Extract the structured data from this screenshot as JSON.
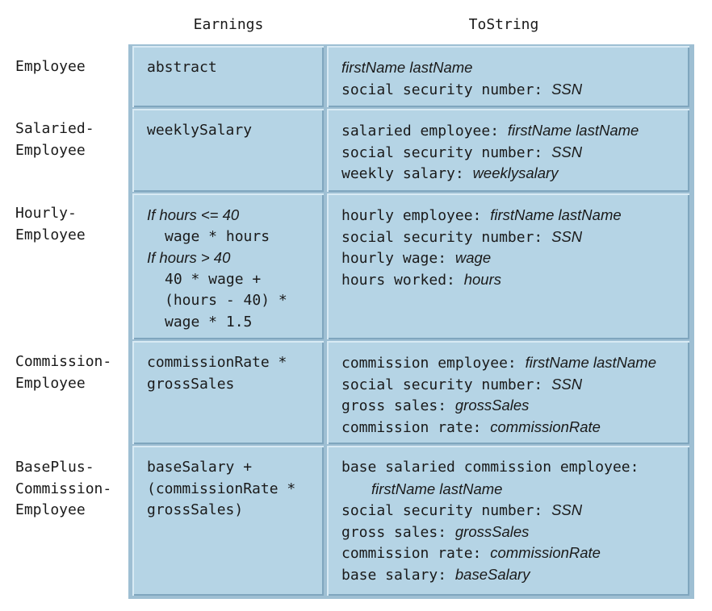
{
  "headers": {
    "earnings": "Earnings",
    "tostring": "ToString"
  },
  "rows": [
    {
      "label": [
        "Employee"
      ],
      "earnings": [
        {
          "t": "abstract"
        }
      ],
      "tostring": [
        [
          {
            "t": "firstName lastName",
            "i": true
          }
        ],
        [
          {
            "t": "social security number: "
          },
          {
            "t": "SSN",
            "i": true
          }
        ]
      ]
    },
    {
      "label": [
        "Salaried-",
        "Employee"
      ],
      "earnings": [
        {
          "t": "weeklySalary"
        }
      ],
      "tostring": [
        [
          {
            "t": "salaried employee: "
          },
          {
            "t": "firstName lastName",
            "i": true
          }
        ],
        [
          {
            "t": "social security number: "
          },
          {
            "t": "SSN",
            "i": true
          }
        ],
        [
          {
            "t": "weekly salary: "
          },
          {
            "t": "weeklysalary",
            "i": true
          }
        ]
      ]
    },
    {
      "label": [
        "Hourly-",
        "Employee"
      ],
      "earnings": [
        {
          "t": "If hours <= 40",
          "i": true
        },
        {
          "t": "wage * hours",
          "ind": 1
        },
        {
          "t": "If hours > 40",
          "i": true
        },
        {
          "t": "40 * wage +",
          "ind": 1
        },
        {
          "t": "(hours - 40) *",
          "ind": 1
        },
        {
          "t": "wage * 1.5",
          "ind": 1
        }
      ],
      "tostring": [
        [
          {
            "t": "hourly employee: "
          },
          {
            "t": "firstName lastName",
            "i": true
          }
        ],
        [
          {
            "t": "social security number: "
          },
          {
            "t": "SSN",
            "i": true
          }
        ],
        [
          {
            "t": "hourly wage: "
          },
          {
            "t": "wage",
            "i": true
          }
        ],
        [
          {
            "t": "hours worked: "
          },
          {
            "t": "hours",
            "i": true
          }
        ]
      ]
    },
    {
      "label": [
        "Commission-",
        "Employee"
      ],
      "earnings": [
        {
          "t": "commissionRate *"
        },
        {
          "t": "grossSales"
        }
      ],
      "tostring": [
        [
          {
            "t": "commission employee: "
          },
          {
            "t": "firstName lastName",
            "i": true
          }
        ],
        [
          {
            "t": "social security number: "
          },
          {
            "t": "SSN",
            "i": true
          }
        ],
        [
          {
            "t": "gross sales: "
          },
          {
            "t": "grossSales",
            "i": true
          }
        ],
        [
          {
            "t": "commission rate: "
          },
          {
            "t": "commissionRate",
            "i": true
          }
        ]
      ]
    },
    {
      "label": [
        "BasePlus-",
        "Commission-",
        "Employee"
      ],
      "earnings": [
        {
          "t": "baseSalary +"
        },
        {
          "t": "(commissionRate *"
        },
        {
          "t": "grossSales)"
        }
      ],
      "tostring": [
        [
          {
            "t": "base salaried commission employee:"
          }
        ],
        [
          {
            "t": "firstName lastName",
            "i": true,
            "ind": 2
          }
        ],
        [
          {
            "t": "social security number: "
          },
          {
            "t": "SSN",
            "i": true
          }
        ],
        [
          {
            "t": "gross sales: "
          },
          {
            "t": "grossSales",
            "i": true
          }
        ],
        [
          {
            "t": "commission rate: "
          },
          {
            "t": "commissionRate",
            "i": true
          }
        ],
        [
          {
            "t": "base salary: "
          },
          {
            "t": "baseSalary",
            "i": true
          }
        ]
      ]
    }
  ]
}
